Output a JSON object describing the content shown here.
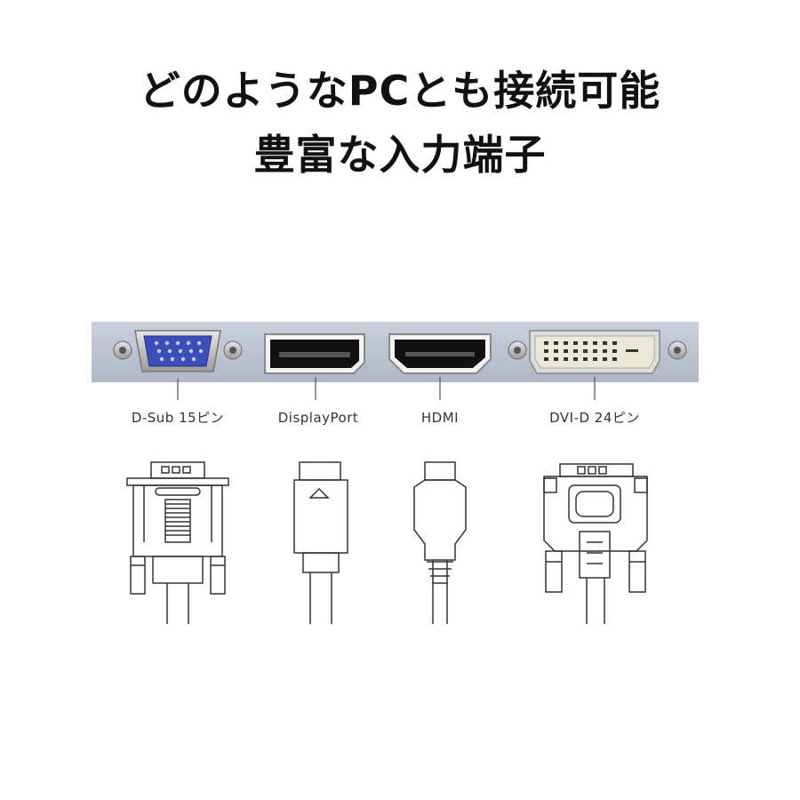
{
  "headline": {
    "line1": "どのようなPCとも接続可能",
    "line2": "豊富な入力端子"
  },
  "ports": [
    {
      "label": "D-Sub 15ピン",
      "icon": "vga-port-icon"
    },
    {
      "label": "DisplayPort",
      "icon": "displayport-port-icon"
    },
    {
      "label": "HDMI",
      "icon": "hdmi-port-icon"
    },
    {
      "label": "DVI-D 24ピン",
      "icon": "dvi-port-icon"
    }
  ],
  "colors": {
    "panel": "#b9c3d0",
    "vga_blue": "#3a4fb8",
    "dvi_body": "#ece8d8",
    "line": "#333333"
  }
}
